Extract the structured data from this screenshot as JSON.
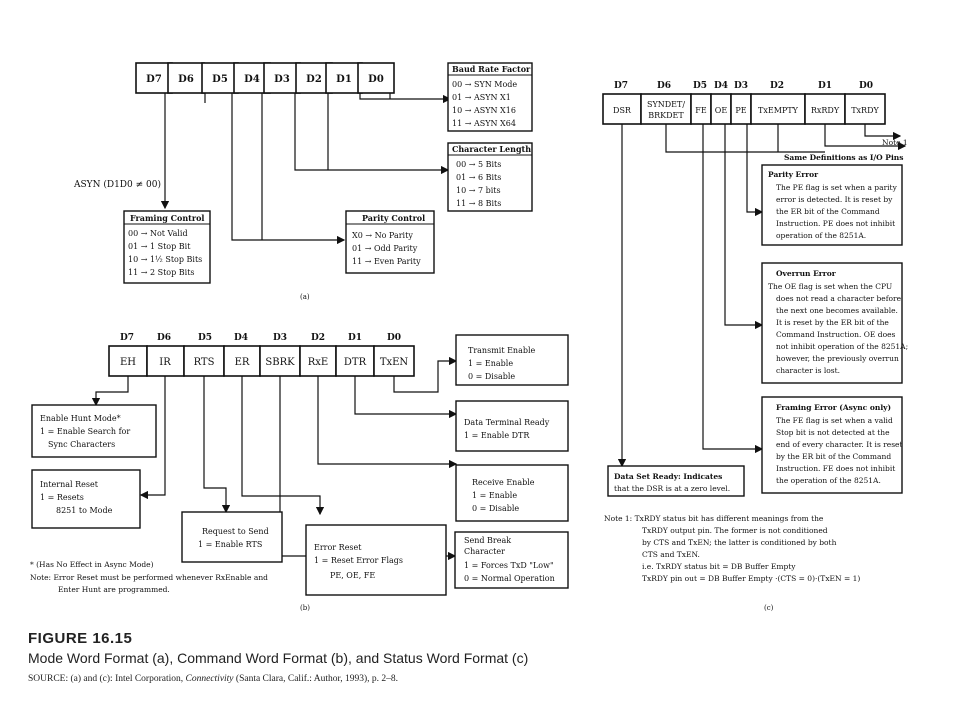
{
  "mode": {
    "bits": [
      "D7",
      "D6",
      "D5",
      "D4",
      "D3",
      "D2",
      "D1",
      "D0"
    ],
    "baud": {
      "title": "Baud Rate Factor",
      "lines": [
        "00 → SYN Mode",
        "01 → ASYN X1",
        "10 → ASYN X16",
        "11 → ASYN X64"
      ]
    },
    "charlen": {
      "title": "Character Length",
      "lines": [
        "00 → 5 Bits",
        "01 → 6 Bits",
        "10 → 7 bits",
        "11 → 8 Bits"
      ]
    },
    "asyn_label": "ASYN (D1D0 ≠ 00)",
    "framing": {
      "title": "Framing Control",
      "lines": [
        "00 → Not Valid",
        "01 → 1 Stop Bit",
        "10 → 1½ Stop Bits",
        "11 → 2 Stop Bits"
      ]
    },
    "parity": {
      "title": "Parity Control",
      "lines": [
        "X0 → No Parity",
        "01 → Odd Parity",
        "11 → Even Parity"
      ]
    },
    "label": "(a)"
  },
  "command": {
    "bits": [
      "D7",
      "D6",
      "D5",
      "D4",
      "D3",
      "D2",
      "D1",
      "D0"
    ],
    "cells": [
      "EH",
      "IR",
      "RTS",
      "ER",
      "SBRK",
      "RxE",
      "DTR",
      "TxEN"
    ],
    "txen": {
      "lines": [
        "Transmit Enable",
        "1 = Enable",
        "0 = Disable"
      ]
    },
    "dtr": {
      "lines": [
        "Data Terminal Ready",
        "1 = Enable DTR"
      ]
    },
    "rxe": {
      "lines": [
        "Receive Enable",
        "1 = Enable",
        "0 = Disable"
      ]
    },
    "sbrk": {
      "lines": [
        "Send Break",
        "Character",
        "1 = Forces TxD \"Low\"",
        "0 = Normal Operation"
      ]
    },
    "eh": {
      "lines": [
        "Enable Hunt Mode*",
        "1 = Enable Search for",
        "Sync Characters"
      ]
    },
    "ir": {
      "lines": [
        "Internal Reset",
        "1 = Resets",
        "8251 to Mode"
      ]
    },
    "rts": {
      "lines": [
        "Request to Send",
        "1 = Enable RTS"
      ]
    },
    "er": {
      "lines": [
        "Error Reset",
        "1 = Reset Error Flags",
        "PE, OE, FE"
      ]
    },
    "footnote1": "* (Has No Effect in Async Mode)",
    "footnote2": "Note: Error Reset must be performed whenever RxEnable and",
    "footnote3": "Enter Hunt are programmed.",
    "label": "(b)"
  },
  "status": {
    "bits": [
      "D7",
      "D6",
      "D5",
      "D4",
      "D3",
      "D2",
      "D1",
      "D0"
    ],
    "cells": [
      "DSR",
      "SYNDET/",
      "BRKDET",
      "FE",
      "OE",
      "PE",
      "TxEMPTY",
      "RxRDY",
      "TxRDY"
    ],
    "note1_label": "Note 1",
    "same_def": "Same Definitions as I/O Pins",
    "parity": {
      "lines": [
        "Parity Error",
        "The PE flag is set when a parity",
        "error is detected. It is reset by",
        "the ER bit of the Command",
        "Instruction. PE does not inhibit",
        "operation of the 8251A."
      ]
    },
    "overrun": {
      "lines": [
        "Overrun Error",
        "The OE flag is set when the CPU",
        "does not read a character before",
        "the next one becomes available.",
        "It is reset by the ER bit of the",
        "Command Instruction. OE does",
        "not inhibit operation of the 8251A;",
        "however, the previously overrun",
        "character is lost."
      ]
    },
    "framing": {
      "lines": [
        "Framing Error (Async only)",
        "The FE flag is set when a valid",
        "Stop bit is not detected at the",
        "end of every character. It is reset",
        "by the ER bit of the Command",
        "Instruction. FE does not inhibit",
        "the operation of the 8251A."
      ]
    },
    "dsr": {
      "lines": [
        "Data Set Ready: Indicates",
        "that the DSR is at a zero level."
      ]
    },
    "note": [
      "Note 1: TxRDY status bit has different meanings from the",
      "TxRDY output pin. The former is not conditioned",
      "by CTS and TxEN; the latter is conditioned by both",
      "CTS and TxEN.",
      "i.e. TxRDY status bit = DB Buffer Empty",
      "TxRDY pin out = DB Buffer Empty ·(CTS = 0)·(TxEN = 1)"
    ],
    "label": "(c)"
  },
  "caption": {
    "figure": "FIGURE 16.15",
    "title": "Mode Word Format (a), Command Word Format (b), and Status Word Format (c)",
    "source_prefix": "SOURCE: (a) and (c): Intel Corporation, ",
    "source_italic": "Connectivity",
    "source_suffix": " (Santa Clara, Calif.: Author, 1993), p. 2–8."
  }
}
